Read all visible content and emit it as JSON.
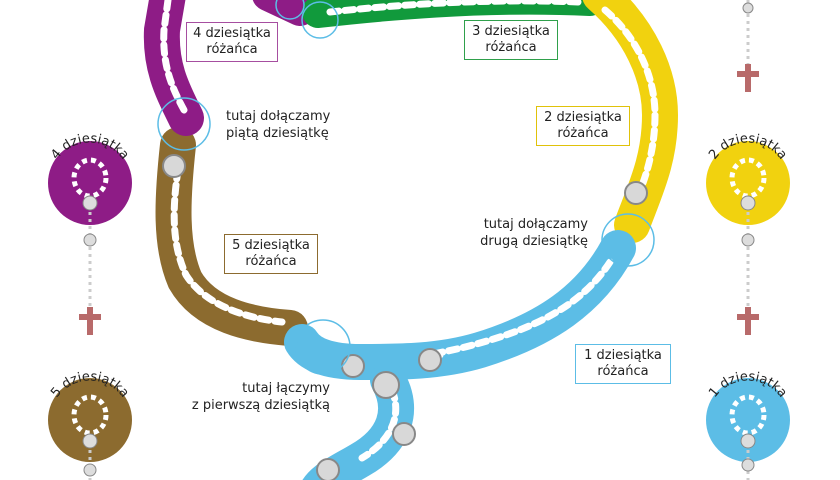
{
  "colors": {
    "purple": "#8e1c86",
    "green": "#119a3c",
    "yellow": "#f1d20f",
    "blue": "#5cbde6",
    "brown": "#8c6b2f",
    "callout_purple": "#a64ea0",
    "callout_green": "#2fa04b",
    "callout_yellow": "#e0c20a",
    "callout_blue": "#5cbde6",
    "callout_brown": "#8c6b2f",
    "circle_outline": "#5cbde6",
    "bead": "#ffffff"
  },
  "labels": {
    "decade_4": {
      "line1": "4 dziesiątka",
      "line2": "różańca"
    },
    "decade_3": {
      "line1": "3 dziesiątka",
      "line2": "różańca"
    },
    "decade_2": {
      "line1": "2 dziesiątka",
      "line2": "różańca"
    },
    "decade_5": {
      "line1": "5 dziesiątka",
      "line2": "różańca"
    },
    "decade_1": {
      "line1": "1 dziesiątka",
      "line2": "różańca"
    }
  },
  "notes": {
    "attach_fifth": {
      "line1": "tutaj dołączamy",
      "line2": "piątą dziesiątkę"
    },
    "attach_second": {
      "line1": "tutaj dołączamy",
      "line2": "drugą dziesiątkę"
    },
    "join_first": {
      "line1": "tutaj łączymy",
      "line2": "z pierwszą dziesiątką"
    }
  },
  "single_decades": {
    "four": "4 dziesiątka",
    "two": "2 dziesiątka",
    "five": "5 dziesiątka",
    "one": "1 dziesiątka"
  },
  "icons": [
    "crucifix-icon",
    "medal-icon",
    "ring-icon",
    "bead-icon"
  ]
}
